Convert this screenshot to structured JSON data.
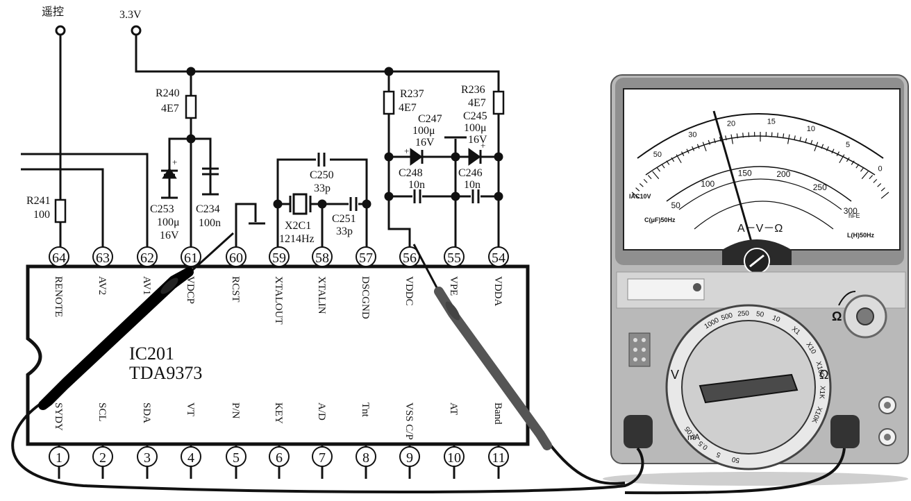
{
  "terminals": {
    "remote": "遥控",
    "supply": "3.3V"
  },
  "chip": {
    "ref": "IC201",
    "part": "TDA9373"
  },
  "top_pins": [
    {
      "num": "64",
      "name": "RENOTE"
    },
    {
      "num": "63",
      "name": "AV2"
    },
    {
      "num": "62",
      "name": "AV1"
    },
    {
      "num": "61",
      "name": "VDCP"
    },
    {
      "num": "60",
      "name": "RCST"
    },
    {
      "num": "59",
      "name": "XTALOUT"
    },
    {
      "num": "58",
      "name": "XTALIN"
    },
    {
      "num": "57",
      "name": "DSCGND"
    },
    {
      "num": "56",
      "name": "VDDC"
    },
    {
      "num": "55",
      "name": "VPE"
    },
    {
      "num": "54",
      "name": "VDDA"
    }
  ],
  "bottom_pins": [
    {
      "num": "1",
      "name": "SYDY"
    },
    {
      "num": "2",
      "name": "SCL"
    },
    {
      "num": "3",
      "name": "SDA"
    },
    {
      "num": "4",
      "name": "VT"
    },
    {
      "num": "5",
      "name": "P/N"
    },
    {
      "num": "6",
      "name": "KEY"
    },
    {
      "num": "7",
      "name": "A/D"
    },
    {
      "num": "8",
      "name": "Tnt"
    },
    {
      "num": "9",
      "name": "VSS C/P"
    },
    {
      "num": "10",
      "name": "AT"
    },
    {
      "num": "11",
      "name": "Band"
    }
  ],
  "components": {
    "r240": {
      "ref": "R240",
      "val": "4E7"
    },
    "r241": {
      "ref": "R241",
      "val": "100"
    },
    "r237": {
      "ref": "R237",
      "val": "4E7"
    },
    "r236": {
      "ref": "R236",
      "val": "4E7"
    },
    "c253": {
      "ref": "C253",
      "val1": "100μ",
      "val2": "16V"
    },
    "c234": {
      "ref": "C234",
      "val": "100n"
    },
    "c250": {
      "ref": "C250",
      "val": "33p"
    },
    "c251": {
      "ref": "C251",
      "val": "33p"
    },
    "x2c1": {
      "ref": "X2C1",
      "val": "1214Hz"
    },
    "c247": {
      "ref": "C247",
      "val1": "100μ",
      "val2": "16V"
    },
    "c245": {
      "ref": "C245",
      "val1": "100μ",
      "val2": "16V"
    },
    "c248": {
      "ref": "C248",
      "val": "10n"
    },
    "c246": {
      "ref": "C246",
      "val": "10n"
    }
  },
  "meter": {
    "scale_label": "A－V－Ω",
    "ac_label": "IAC10V",
    "cap_label": "C(μF)50Hz",
    "l_label": "L(H)50Hz",
    "hfe_label": "hFE",
    "main_scale": [
      "50",
      "30",
      "20",
      "15",
      "10",
      "5",
      "0"
    ],
    "second_scale": [
      "50",
      "100",
      "150",
      "200",
      "250",
      "300"
    ],
    "ohm_symbol": "Ω",
    "v_symbol": "V",
    "ma_symbol": "mA",
    "ohm_ranges": [
      "X1",
      "X10",
      "X100",
      "X1K",
      "X10K"
    ],
    "v_ranges": [
      "1000",
      "500",
      "250",
      "50",
      "10"
    ],
    "ma_ranges": [
      "50",
      "5",
      "0.5",
      "0.05"
    ],
    "accent": "#2b2b2b"
  }
}
